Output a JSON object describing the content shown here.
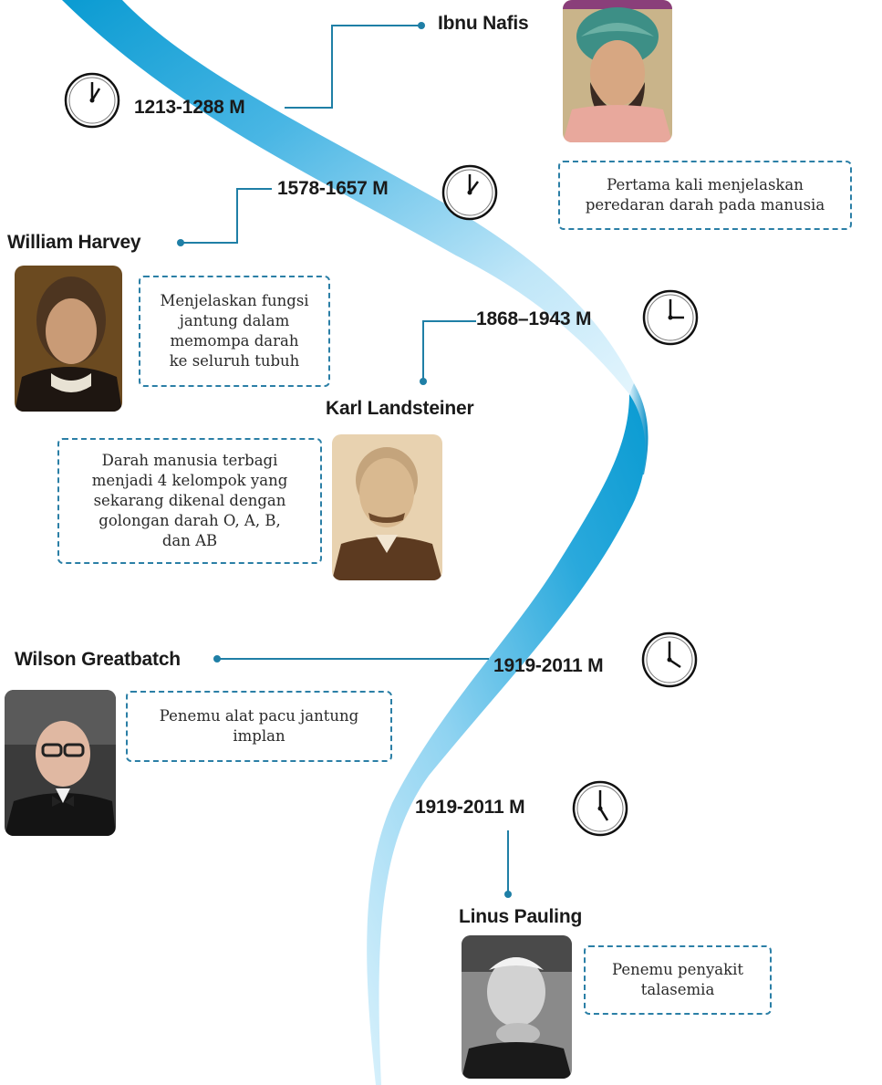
{
  "colors": {
    "ribbon_dark": "#0a9bd2",
    "ribbon_light": "#d6f0fb",
    "connector": "#1f7fa6",
    "box_border": "#2b7fa6"
  },
  "timeline": [
    {
      "id": "ibnu-nafis",
      "name": "Ibnu Nafis",
      "years": "1213-1288  M",
      "description": "Pertama kali menjelaskan peredaran darah pada manusia",
      "description_lines": [
        "Pertama kali menjelaskan",
        "peredaran darah pada manusia"
      ],
      "icon": "clock-icon"
    },
    {
      "id": "william-harvey",
      "name": "William Harvey",
      "years": "1578-1657  M",
      "description": "Menjelaskan fungsi jantung dalam memompa darah ke seluruh tubuh",
      "description_lines": [
        "Menjelaskan fungsi",
        "jantung dalam",
        "memompa darah",
        "ke seluruh tubuh"
      ],
      "icon": "clock-icon"
    },
    {
      "id": "karl-landsteiner",
      "name": "Karl Landsteiner",
      "years": "1868–1943  M",
      "description": "Darah manusia terbagi menjadi 4 kelompok yang sekarang dikenal dengan golongan darah O, A, B, dan AB",
      "description_lines": [
        "Darah manusia terbagi",
        "menjadi 4 kelompok yang",
        "sekarang dikenal dengan",
        "golongan darah O, A, B,",
        "dan AB"
      ],
      "icon": "clock-icon"
    },
    {
      "id": "wilson-greatbatch",
      "name": "Wilson Greatbatch",
      "years": "1919-2011 M",
      "description": "Penemu alat pacu jantung implan",
      "description_lines": [
        "Penemu alat pacu jantung",
        "implan"
      ],
      "icon": "clock-icon"
    },
    {
      "id": "linus-pauling",
      "name": "Linus Pauling",
      "years": "1919-2011 M",
      "description": "Penemu penyakit talasemia",
      "description_lines": [
        "Penemu penyakit",
        "talasemia"
      ],
      "icon": "clock-icon"
    }
  ]
}
